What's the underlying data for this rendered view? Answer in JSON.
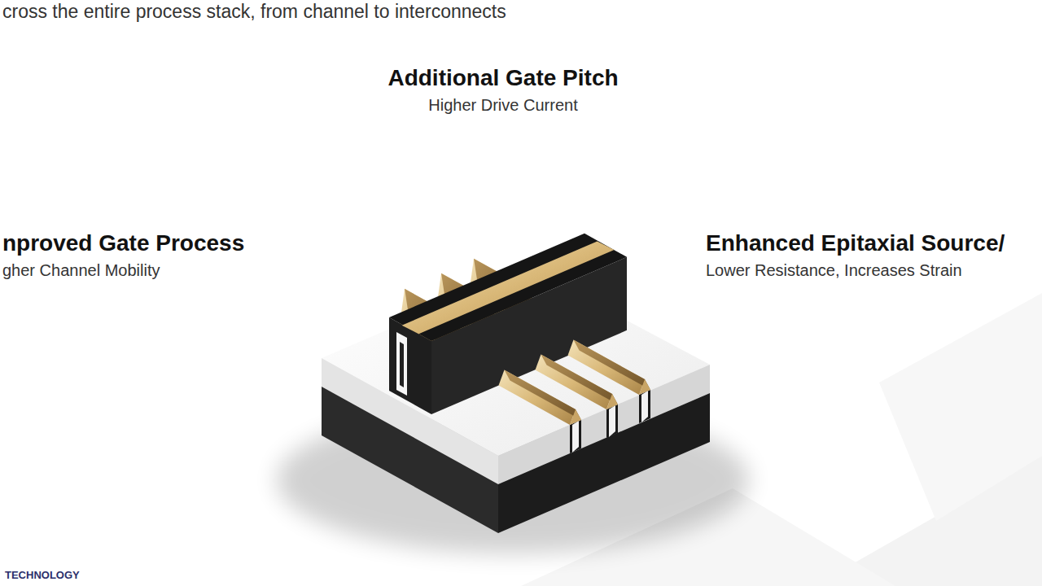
{
  "diagram": {
    "title": "cross the entire process stack, from channel to interconnects",
    "labels": [
      "Additional Gate Pitch",
      "Higher Drive Current",
      "nproved Gate Process",
      "gher Channel Mobility",
      "Enhanced Epitaxial Source/",
      "Lower Resistance, Increases Strain",
      "TECHNOLOGY"
    ]
  }
}
